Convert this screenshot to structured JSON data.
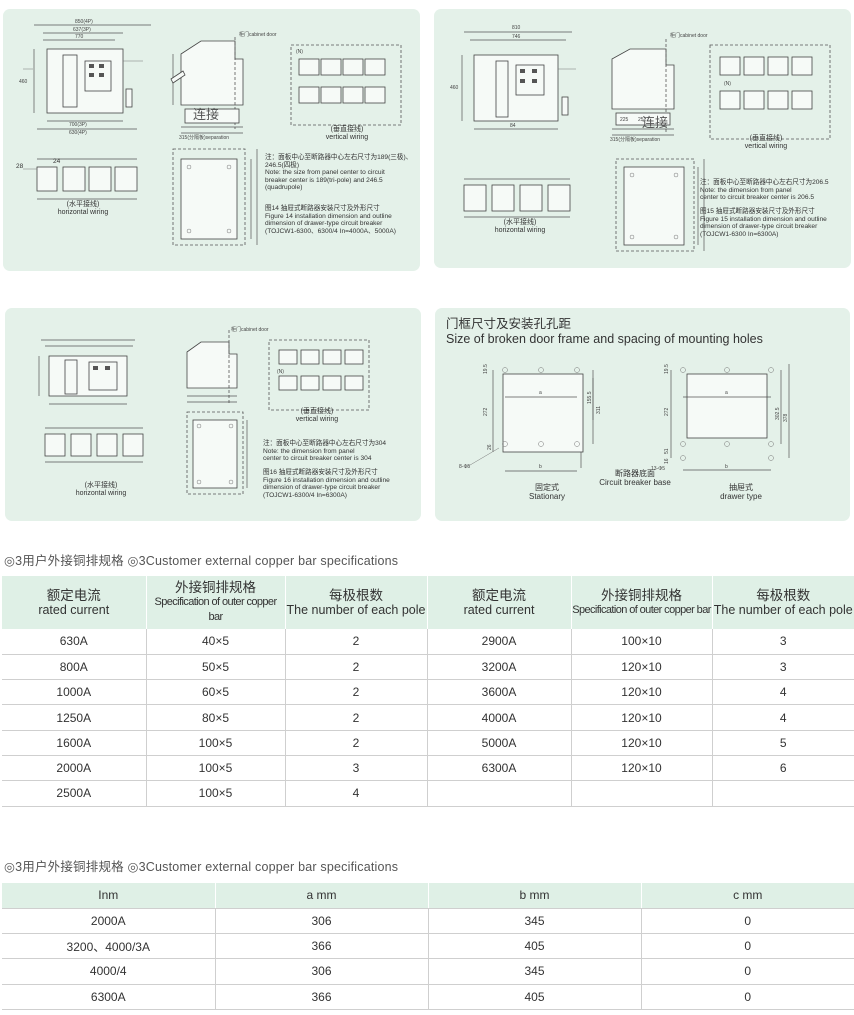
{
  "panel1": {
    "dims": [
      "850(4P)",
      "637(3P)",
      "770",
      "700(3P)",
      "630(4P)",
      "28",
      "24",
      "460"
    ],
    "cabinet_door": "柜门cabinet door",
    "sep_text": "315(分隔板)separation",
    "wiring_vertical_cn": "(垂直接线)",
    "wiring_vertical_en": "vertical wiring",
    "wiring_horizontal_cn": "(水平接线)",
    "wiring_horizontal_en": "horizontal wiring",
    "stamp": "连接",
    "n_mark": "(N)",
    "note_lines": [
      "注：面板中心至断路器中心左右尺寸为189(三极)、",
      "246.5(四极)",
      "Note: the size from panel center to circuit",
      "breaker center is 189(tri-pole) and 246.5",
      "(quadrupole)"
    ],
    "caption_lines": [
      "图14 抽屉式断路器安装尺寸及外形尺寸",
      "Figure 14 installation dimension and outline",
      "dimension of drawer-type circuit breaker",
      "(TOJCW1-6300、6300/4 In=4000A、5000A)"
    ]
  },
  "panel2": {
    "dims": [
      "810",
      "746",
      "460",
      "225",
      "252",
      "84"
    ],
    "cabinet_door": "柜门cabinet door",
    "sep_text": "315(分隔板)separation",
    "wiring_vertical_cn": "(垂直接线)",
    "wiring_vertical_en": "vertical wiring",
    "wiring_horizontal_cn": "(水平接线)",
    "wiring_horizontal_en": "horizontal wiring",
    "stamp": "连接",
    "n_mark": "(N)",
    "note_lines": [
      "注：面板中心至断路器中心左右尺寸为206.5",
      "Note: the dimension from panel",
      "center to circuit breaker center is 206.5"
    ],
    "caption_lines": [
      "图15 抽屉式断路器安装尺寸及外形尺寸",
      "Figure 15 installation dimension and outline",
      "dimension of drawer-type circuit breaker",
      "(TOJCW1-6300 In=6300A)"
    ]
  },
  "panel3": {
    "cabinet_door": "柜门cabinet door",
    "wiring_vertical_cn": "(垂直接线)",
    "wiring_vertical_en": "vertical wiring",
    "wiring_horizontal_cn": "(水平接线)",
    "wiring_horizontal_en": "horizontal wiring",
    "n_mark": "(N)",
    "note_lines": [
      "注：面板中心至断路器中心左右尺寸为304",
      "Note: the dimension from panel",
      "center to circuit breaker center is 304"
    ],
    "caption_lines": [
      "图16 抽屉式断路器安装尺寸及外形尺寸",
      "Figure 16 installation dimension and outline",
      "dimension of drawer-type circuit breaker",
      "(TOJCW1-6300/4 In=6300A)"
    ]
  },
  "panel4": {
    "title_cn": "门框尺寸及安装孔孔距",
    "title_en": "Size of broken door frame and spacing of mounting holes",
    "left_dims": [
      "19.5",
      "272",
      "155.5",
      "311",
      "a",
      "b",
      "26",
      "8-Φ5"
    ],
    "right_dims": [
      "19.5",
      "272",
      "302.5",
      "378",
      "a",
      "b",
      "51",
      "16",
      "13-Φ5"
    ],
    "stationary_cn": "固定式",
    "stationary_en": "Stationary",
    "base_label": "断路器底面",
    "base_en": "Circuit breaker base",
    "drawer_cn": "抽屉式",
    "drawer_en": "drawer type"
  },
  "section1": {
    "title": "◎3用户外接铜排规格 ◎3Customer external copper bar specifications",
    "headers": [
      {
        "cn": "额定电流",
        "en": "rated current"
      },
      {
        "cn": "外接铜排规格",
        "en": "Specification of outer copper bar"
      },
      {
        "cn": "每极根数",
        "en": "The number of each pole"
      },
      {
        "cn": "额定电流",
        "en": "rated current"
      },
      {
        "cn": "外接铜排规格",
        "en": "Specification of outer copper bar"
      },
      {
        "cn": "每极根数",
        "en": "The number of each pole"
      }
    ],
    "rows": [
      [
        "630A",
        "40×5",
        "2",
        "2900A",
        "100×10",
        "3"
      ],
      [
        "800A",
        "50×5",
        "2",
        "3200A",
        "120×10",
        "3"
      ],
      [
        "1000A",
        "60×5",
        "2",
        "3600A",
        "120×10",
        "4"
      ],
      [
        "1250A",
        "80×5",
        "2",
        "4000A",
        "120×10",
        "4"
      ],
      [
        "1600A",
        "100×5",
        "2",
        "5000A",
        "120×10",
        "5"
      ],
      [
        "2000A",
        "100×5",
        "3",
        "6300A",
        "120×10",
        "6"
      ],
      [
        "2500A",
        "100×5",
        "4",
        "",
        "",
        ""
      ]
    ]
  },
  "section2": {
    "title": "◎3用户外接铜排规格 ◎3Customer external copper bar specifications",
    "headers": [
      "Inm",
      "a mm",
      "b mm",
      "c mm"
    ],
    "rows": [
      [
        "2000A",
        "306",
        "345",
        "0"
      ],
      [
        "3200、4000/3A",
        "366",
        "405",
        "0"
      ],
      [
        "4000/4",
        "306",
        "345",
        "0"
      ],
      [
        "6300A",
        "366",
        "405",
        "0"
      ]
    ]
  }
}
